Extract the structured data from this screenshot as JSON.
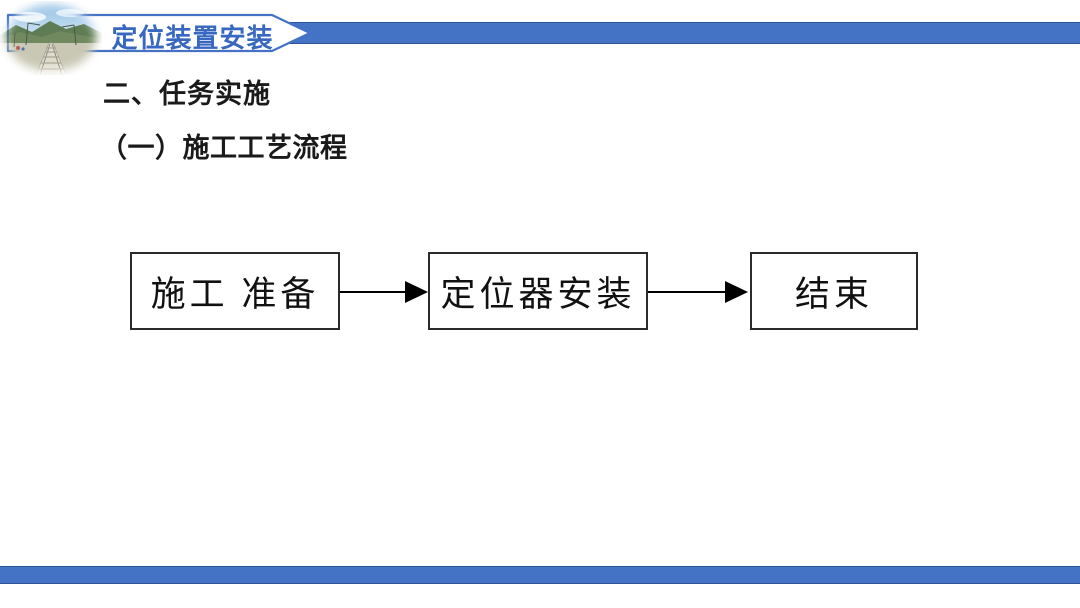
{
  "banner": {
    "title": "定位装置安装"
  },
  "body": {
    "heading1": "二、任务实施",
    "heading2": "（一）施工工艺流程"
  },
  "flowchart": {
    "nodes": [
      {
        "label": "施工 准备"
      },
      {
        "label": "定位器安装"
      },
      {
        "label": "结束"
      }
    ],
    "connectors": [
      "arrow-right",
      "arrow-right"
    ]
  },
  "icons": {
    "header_photo": "railway-track-photo"
  },
  "colors": {
    "accent": "#4472C4",
    "accent_dark": "#2F5496",
    "banner_text": "#3767BE",
    "box_border": "#2B2B2B",
    "arrow": "#000000"
  }
}
